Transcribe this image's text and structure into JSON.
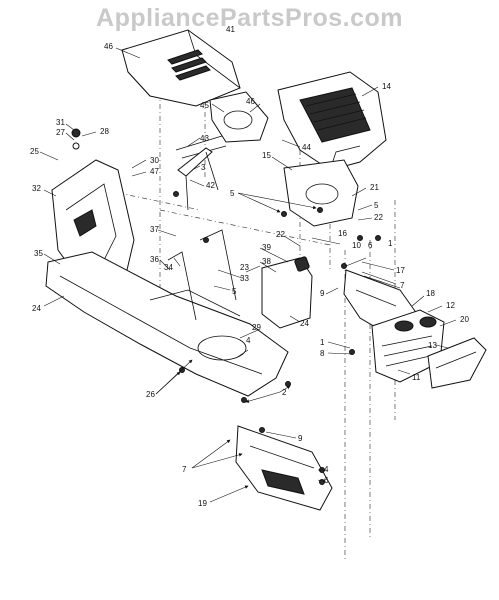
{
  "watermark": "AppliancePartsPros.com",
  "callouts": [
    "1",
    "2",
    "3",
    "4",
    "5",
    "6",
    "7",
    "8",
    "9",
    "10",
    "11",
    "12",
    "13",
    "14",
    "15",
    "16",
    "17",
    "18",
    "19",
    "20",
    "21",
    "22",
    "23",
    "24",
    "25",
    "26",
    "27",
    "28",
    "29",
    "30",
    "31",
    "32",
    "33",
    "34",
    "35",
    "36",
    "37",
    "38",
    "39",
    "40",
    "41",
    "42",
    "43",
    "44",
    "45",
    "46",
    "47"
  ],
  "icons": {
    "hood": "hood-part-icon",
    "frame": "frame-part-icon",
    "dash": "dash-panel-icon",
    "fuel_tank": "fuel-tank-icon",
    "grille": "grille-icon",
    "side_panel": "side-panel-icon"
  }
}
